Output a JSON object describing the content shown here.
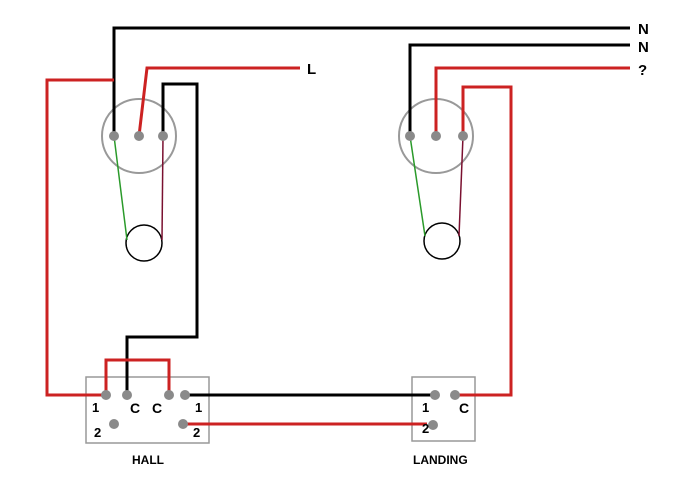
{
  "colors": {
    "neutral": "#000000",
    "live": "#cc2222",
    "earth": "#2a9a2a",
    "switched": "#7a1030",
    "terminal": "#8a8a8a",
    "outline": "#999999"
  },
  "supply_labels": {
    "neutral_1": "N",
    "neutral_2": "N",
    "live": "L",
    "unknown": "?"
  },
  "switches": {
    "hall": {
      "name": "HALL",
      "left_common": "C",
      "right_common": "C",
      "left_1": "1",
      "left_2": "2",
      "right_1": "1",
      "right_2": "2"
    },
    "landing": {
      "name": "LANDING",
      "term_1": "1",
      "term_c": "C",
      "term_2": "2"
    }
  }
}
